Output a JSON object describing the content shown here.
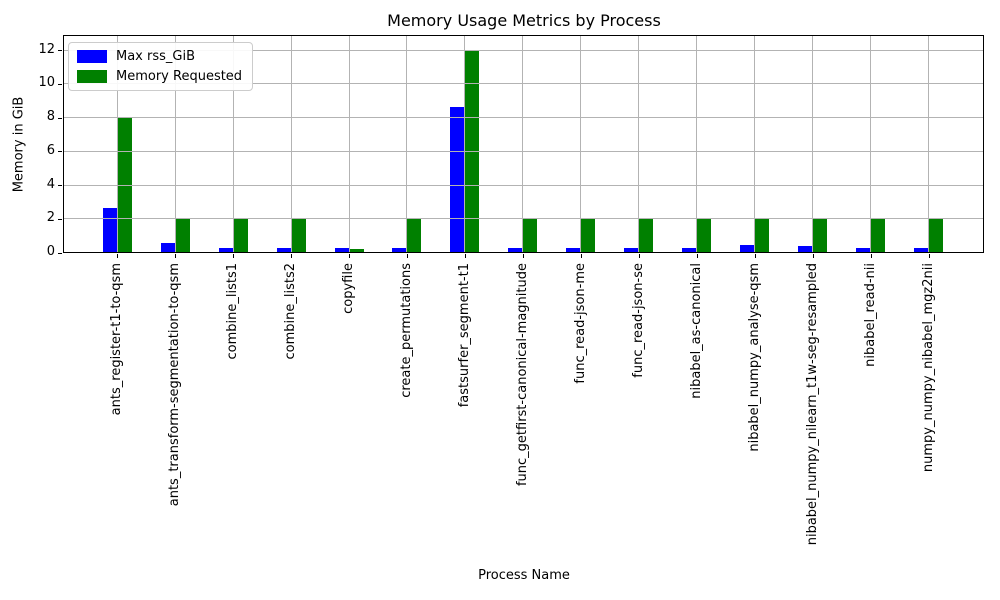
{
  "chart_data": {
    "type": "bar",
    "title": "Memory Usage Metrics by Process",
    "xlabel": "Process Name",
    "ylabel": "Memory in GiB",
    "categories": [
      "ants_register-t1-to-qsm",
      "ants_transform-segmentation-to-qsm",
      "combine_lists1",
      "combine_lists2",
      "copyfile",
      "create_permutations",
      "fastsurfer_segment-t1",
      "func_getfirst-canonical-magnitude",
      "func_read-json-me",
      "func_read-json-se",
      "nibabel_as-canonical",
      "nibabel_numpy_analyse-qsm",
      "nibabel_numpy_nilearn_t1w-seg-resampled",
      "nibabel_read-nii",
      "numpy_numpy_nibabel_mgz2nii"
    ],
    "series": [
      {
        "name": "Max rss_GiB",
        "color": "#0000ff",
        "values": [
          2.6,
          0.55,
          0.25,
          0.25,
          0.25,
          0.25,
          8.6,
          0.25,
          0.25,
          0.25,
          0.25,
          0.4,
          0.35,
          0.25,
          0.25
        ]
      },
      {
        "name": "Memory Requested",
        "color": "#008000",
        "values": [
          8,
          2,
          2,
          2,
          0.2,
          2,
          12,
          2,
          2,
          2,
          2,
          2,
          2,
          2,
          2
        ]
      }
    ],
    "ylim": [
      0,
      12.8
    ],
    "yticks": [
      0,
      2,
      4,
      6,
      8,
      10,
      12
    ],
    "grid": true,
    "grid_color": "#b3b3b3",
    "legend_position": "upper left"
  }
}
